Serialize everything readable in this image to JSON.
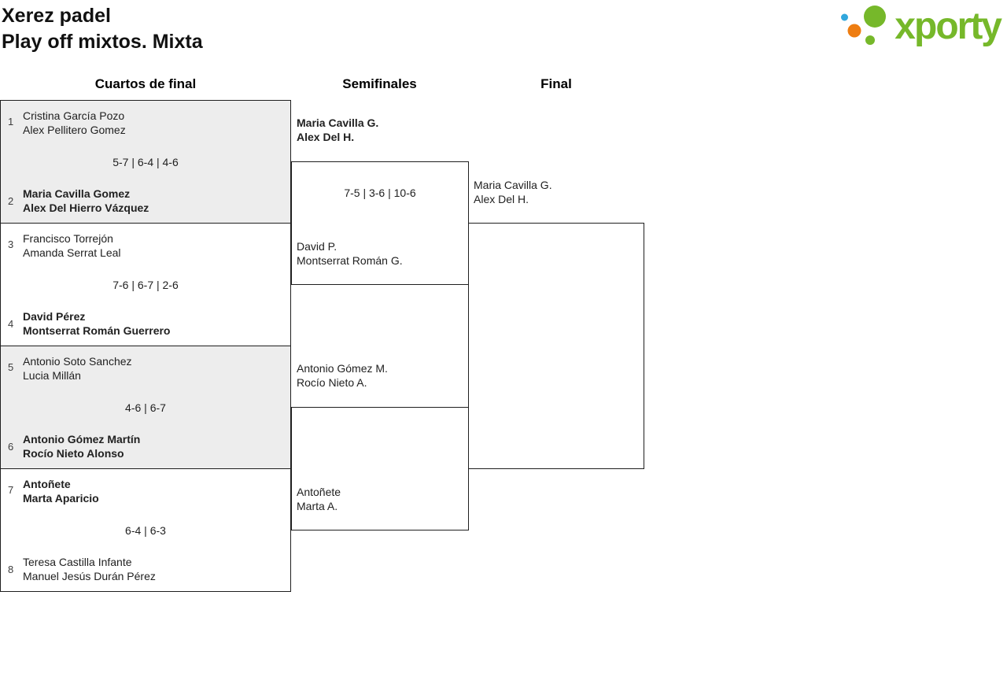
{
  "header": {
    "title": "Xerez padel",
    "subtitle": "Play off mixtos. Mixta"
  },
  "logo": {
    "text": "xporty",
    "green": "#76b82a",
    "orange": "#ee7d11",
    "blue": "#31a7dd"
  },
  "columns": {
    "quarterfinals": "Cuartos de final",
    "semifinals": "Semifinales",
    "final": "Final"
  },
  "quarterfinals": [
    {
      "seed_top": "1",
      "team_top_line1": "Cristina García Pozo",
      "team_top_line2": "Alex Pellitero Gomez",
      "score": "5-7 | 6-4 | 4-6",
      "seed_bottom": "2",
      "team_bottom_line1": "Maria Cavilla Gomez",
      "team_bottom_line2": "Alex Del Hierro Vázquez"
    },
    {
      "seed_top": "3",
      "team_top_line1": "Francisco Torrejón",
      "team_top_line2": "Amanda Serrat Leal",
      "score": "7-6 | 6-7 | 2-6",
      "seed_bottom": "4",
      "team_bottom_line1": "David Pérez",
      "team_bottom_line2": "Montserrat Román Guerrero"
    },
    {
      "seed_top": "5",
      "team_top_line1": "Antonio Soto Sanchez",
      "team_top_line2": "Lucia Millán",
      "score": "4-6 | 6-7",
      "seed_bottom": "6",
      "team_bottom_line1": "Antonio Gómez Martín",
      "team_bottom_line2": "Rocío Nieto Alonso"
    },
    {
      "seed_top": "7",
      "team_top_line1": "Antoñete",
      "team_top_line2": "Marta Aparicio",
      "score": "6-4 | 6-3",
      "seed_bottom": "8",
      "team_bottom_line1": "Teresa Castilla Infante",
      "team_bottom_line2": "Manuel Jesús Durán Pérez"
    }
  ],
  "semifinals": [
    {
      "team_top_line1": "Maria Cavilla G.",
      "team_top_line2": "Alex Del H.",
      "score": "7-5 | 3-6 | 10-6",
      "team_bottom_line1": "David P.",
      "team_bottom_line2": "Montserrat Román G."
    },
    {
      "team_top_line1": "Antonio Gómez M.",
      "team_top_line2": "Rocío Nieto A.",
      "team_bottom_line1": "Antoñete",
      "team_bottom_line2": "Marta A."
    }
  ],
  "final": {
    "team_top_line1": "Maria Cavilla G.",
    "team_top_line2": "Alex Del H."
  }
}
